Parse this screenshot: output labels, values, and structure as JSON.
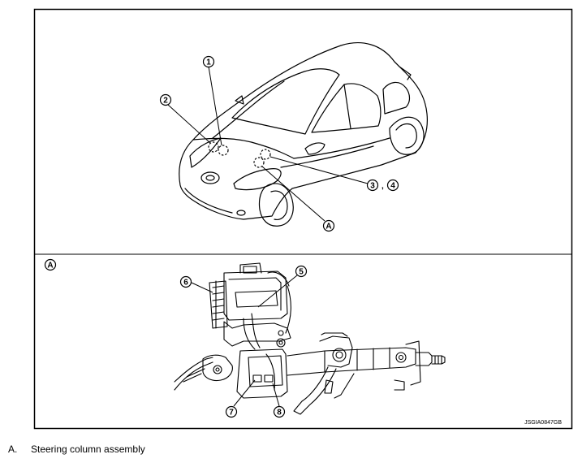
{
  "callouts": {
    "c1": "1",
    "c2": "2",
    "c3": "3",
    "c4": "4",
    "c5": "5",
    "c6": "6",
    "c7": "7",
    "c8": "8",
    "cA_top": "A",
    "cA_panel": "A",
    "comma": ","
  },
  "figure_code": "JSGIA0847GB",
  "legend": {
    "key": "A.",
    "text": "Steering column assembly"
  }
}
